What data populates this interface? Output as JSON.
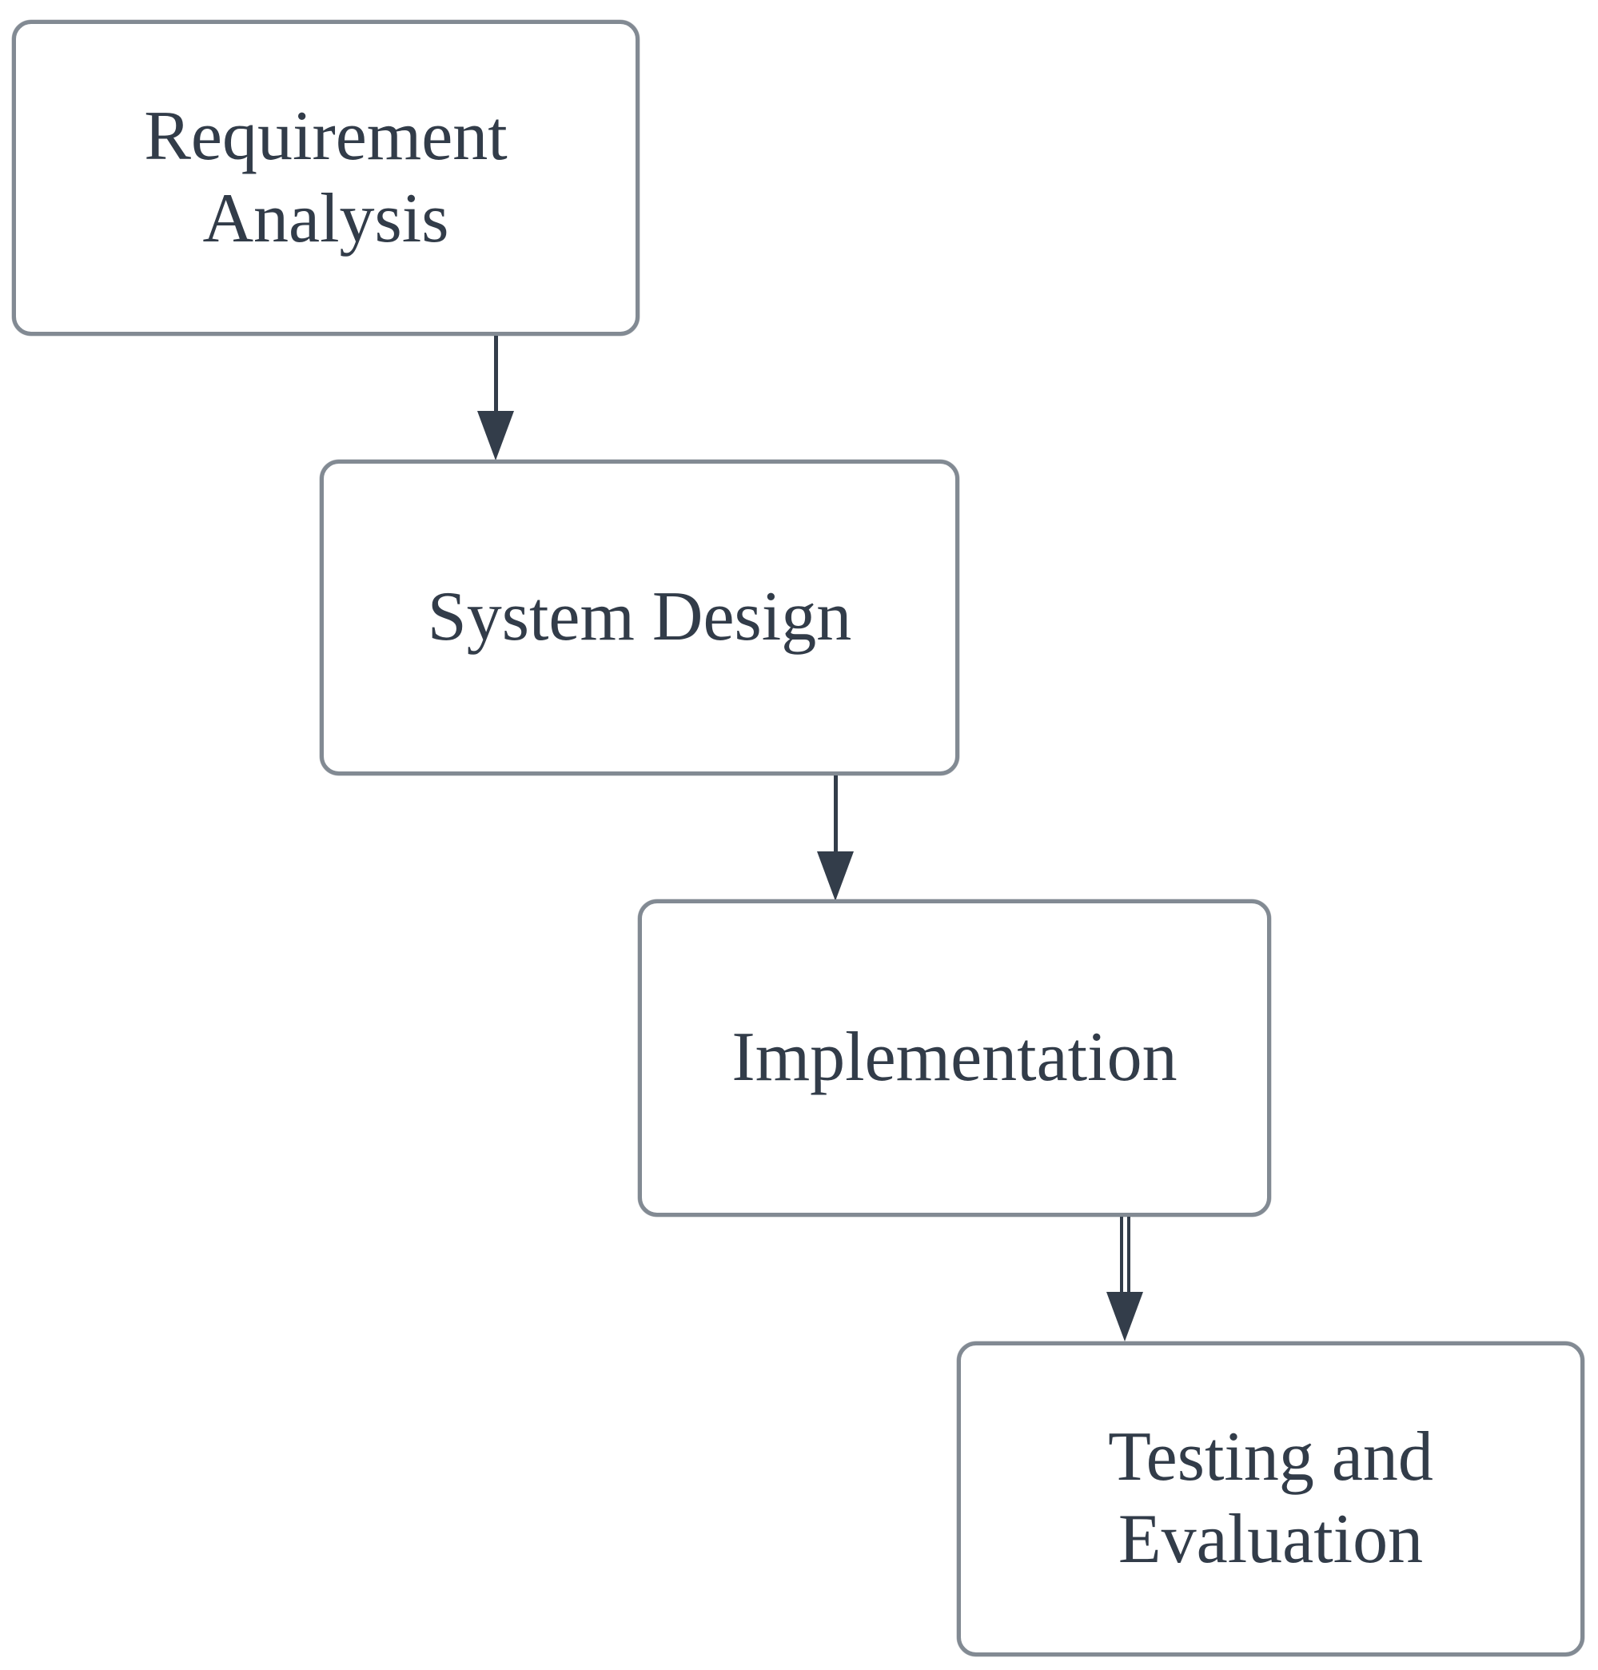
{
  "diagram": {
    "type": "flowchart",
    "direction": "top-left to bottom-right staircase",
    "background_color": "#ffffff",
    "colors": {
      "box_fill": "#ffffff",
      "box_border": "#828a93",
      "box_corner_accent": "#3a424e",
      "label_text": "#323c49",
      "arrow": "#333d4a"
    },
    "nodes": [
      {
        "id": "requirement-analysis",
        "label": "Requirement Analysis",
        "shape": "rounded-rectangle"
      },
      {
        "id": "system-design",
        "label": "System Design",
        "shape": "rounded-rectangle"
      },
      {
        "id": "implementation",
        "label": "Implementation",
        "shape": "rounded-rectangle"
      },
      {
        "id": "testing-evaluation",
        "label": "Testing and Evaluation",
        "shape": "rounded-rectangle"
      }
    ],
    "edges": [
      {
        "from": "requirement-analysis",
        "to": "system-design",
        "arrow": "filled-triangle-down",
        "stem_style": "single"
      },
      {
        "from": "system-design",
        "to": "implementation",
        "arrow": "filled-triangle-down",
        "stem_style": "single"
      },
      {
        "from": "implementation",
        "to": "testing-evaluation",
        "arrow": "filled-triangle-down",
        "stem_style": "double"
      }
    ]
  }
}
